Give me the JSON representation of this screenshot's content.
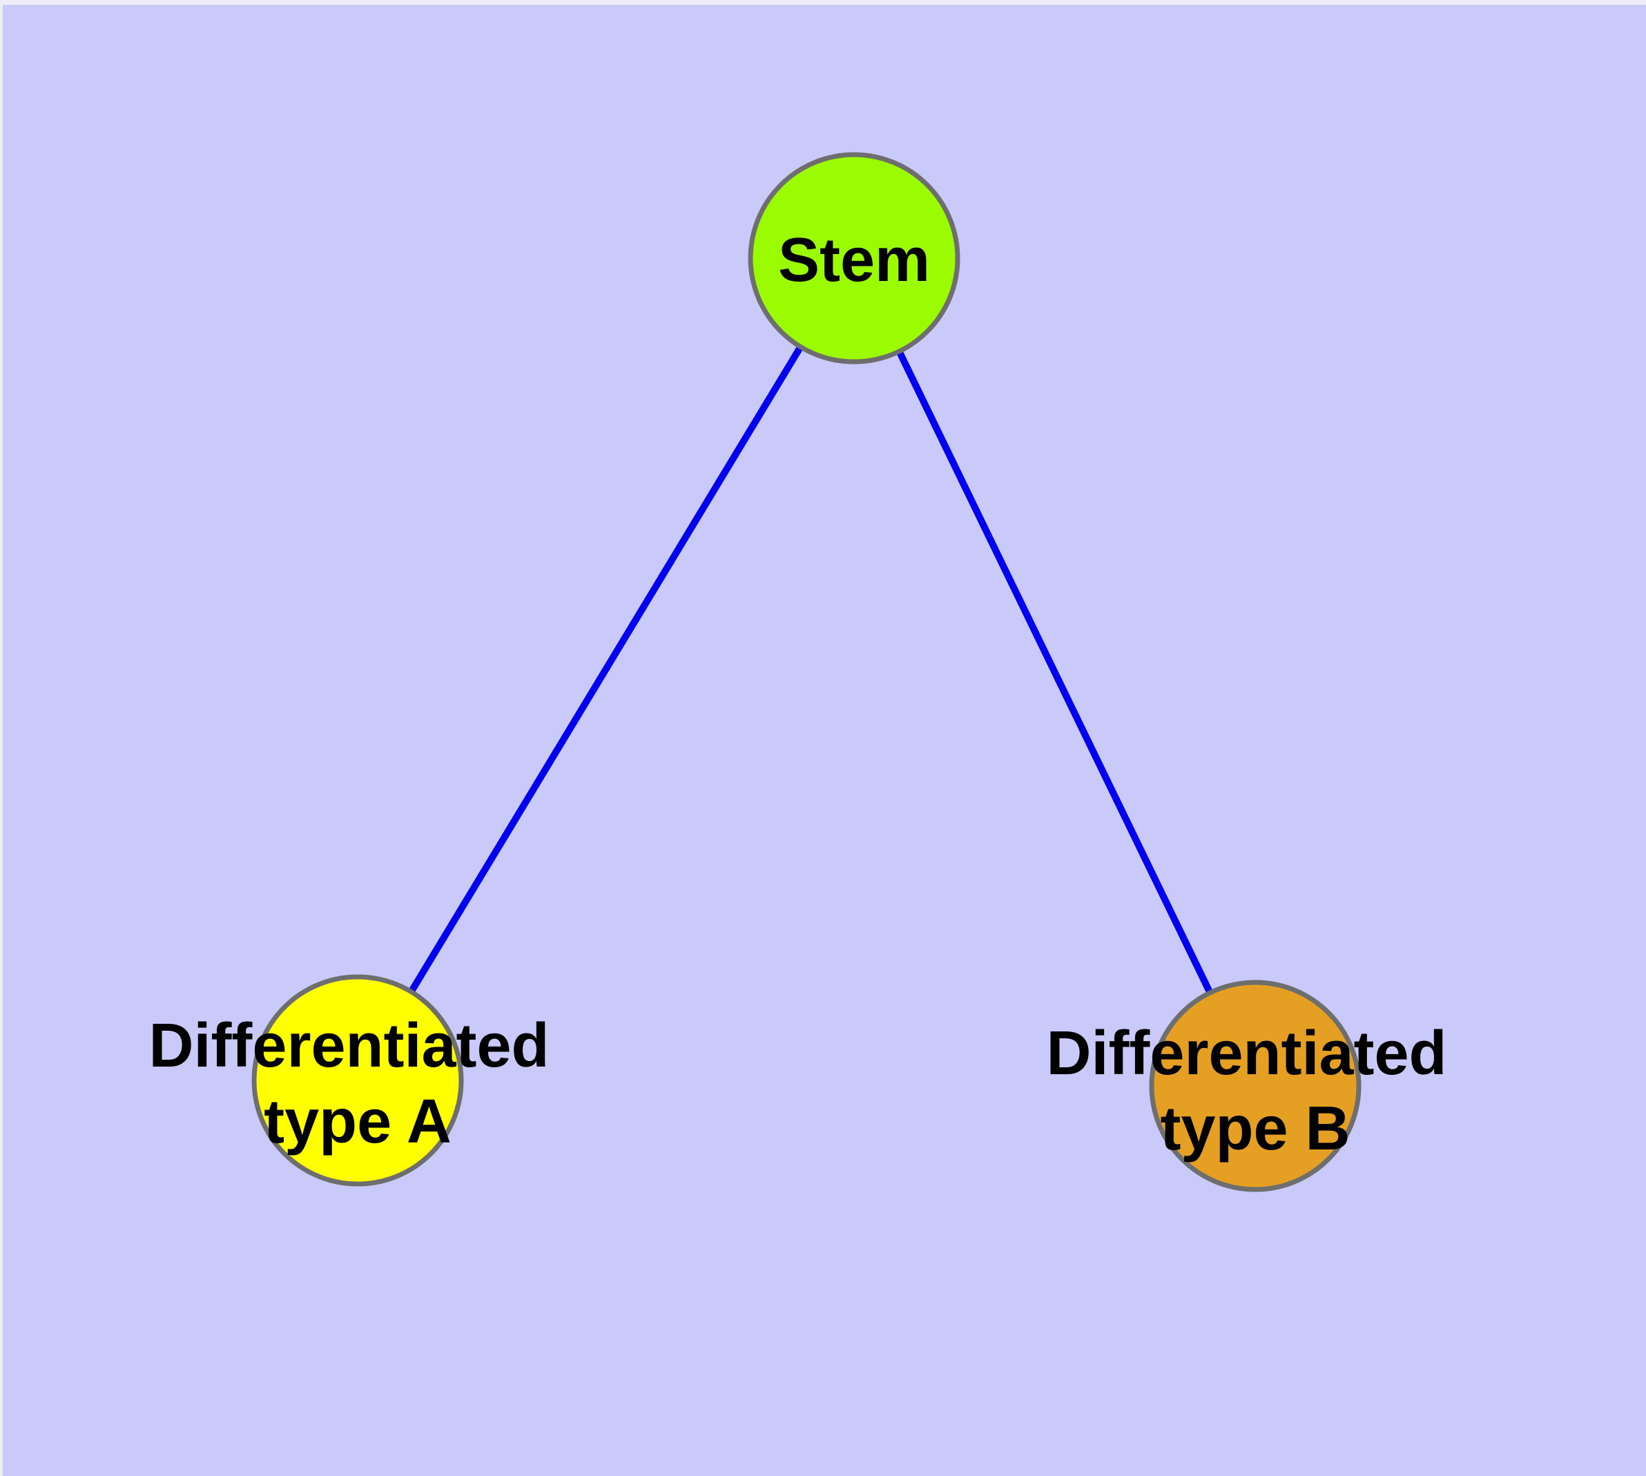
{
  "diagram": {
    "type": "node-link-graph",
    "background_color": "#CACAFA",
    "edge_color": "#0000EE",
    "node_border_color": "#6E6E6E",
    "text_color": "#000000",
    "nodes": [
      {
        "id": "stem",
        "label": "Stem",
        "fill": "#9BFB00"
      },
      {
        "id": "differentiated-type-a",
        "label_line1": "Differentiated",
        "label_line2": "type A",
        "fill": "#FFFF00"
      },
      {
        "id": "differentiated-type-b",
        "label_line1": "Differentiated",
        "label_line2": "type B",
        "fill": "#E5A024"
      }
    ],
    "edges": [
      {
        "from": "Stem",
        "to": "Differentiated type A"
      },
      {
        "from": "Stem",
        "to": "Differentiated type B"
      }
    ]
  }
}
